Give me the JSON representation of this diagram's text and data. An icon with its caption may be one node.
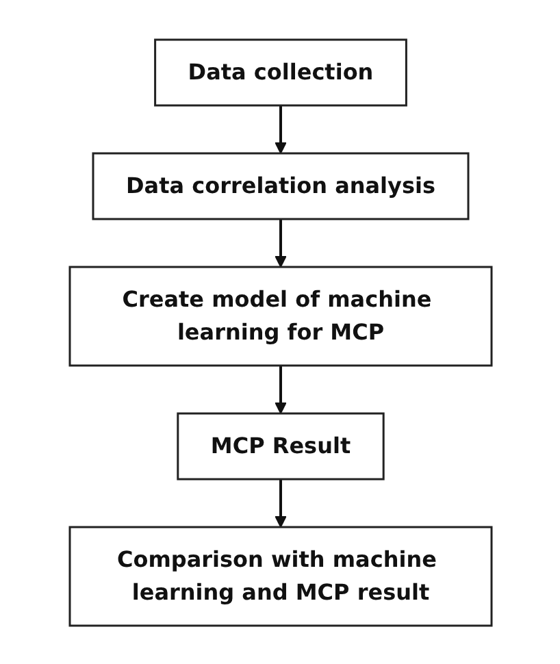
{
  "diagram": {
    "nodes": [
      {
        "text": [
          "Data collection"
        ]
      },
      {
        "text": [
          "Data correlation analysis"
        ]
      },
      {
        "text": [
          "Create model of machine learning for MCP"
        ]
      },
      {
        "text": [
          "MCP Result"
        ]
      },
      {
        "text": [
          "Comparison with machine learning and MCP result"
        ]
      }
    ],
    "edges": [
      {
        "from": 0,
        "to": 1,
        "arrow": "to"
      },
      {
        "from": 1,
        "to": 2,
        "arrow": "to"
      },
      {
        "from": 2,
        "to": 3,
        "arrow": "to"
      },
      {
        "from": 3,
        "to": 4,
        "arrow": "to"
      }
    ]
  }
}
